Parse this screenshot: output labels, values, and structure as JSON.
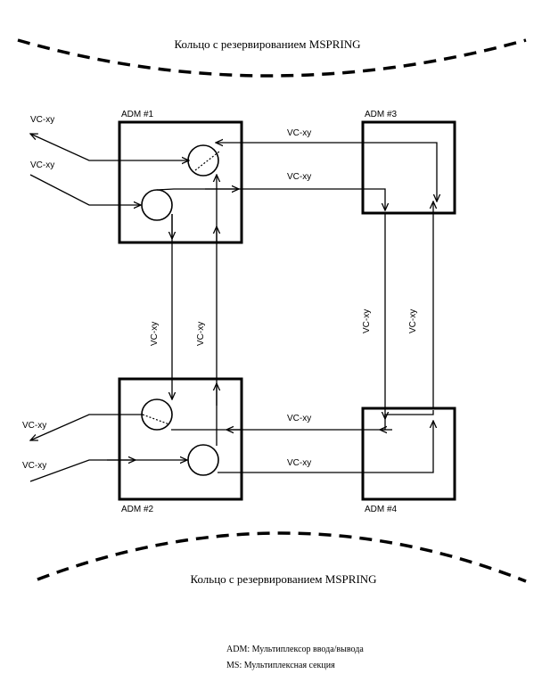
{
  "ring_top_label": "Кольцо с резервированием MSPRING",
  "ring_bottom_label": "Кольцо с резервированием MSPRING",
  "nodes": {
    "adm1": "ADM #1",
    "adm2": "ADM #2",
    "adm3": "ADM #3",
    "adm4": "ADM #4"
  },
  "signals": {
    "in1_top": "VC-xy",
    "in1_bottom": "VC-xy",
    "in2_top": "VC-xy",
    "in2_bottom": "VC-xy",
    "link13_top": "VC-xy",
    "link13_bottom": "VC-xy",
    "link24_top": "VC-xy",
    "link24_bottom": "VC-xy",
    "link12_left": "VC-xy",
    "link12_right": "VC-xy",
    "link34_left": "VC-xy",
    "link34_right": "VC-xy"
  },
  "legend": {
    "adm": "ADM: Мультиплексор ввода/вывода",
    "ms": "MS: Мультиплексная секция"
  }
}
